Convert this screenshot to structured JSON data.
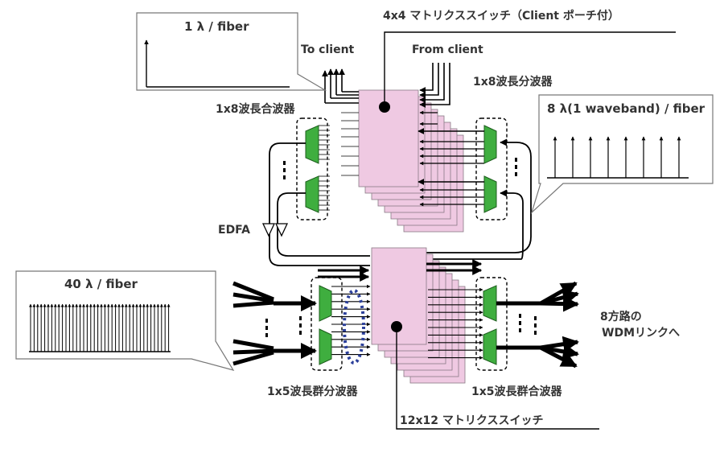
{
  "labels": {
    "switch_4x4": "4x4 マトリクススイッチ（Client ポーチ付）",
    "to_client": "To client",
    "from_client": "From client",
    "demux_1x8": "1x8波長分波器",
    "mux_1x8": "1x8波長合波器",
    "edfa": "EDFA",
    "demux_1x5": "1x5波長群分波器",
    "mux_1x5": "1x5波長群合波器",
    "switch_12x12": "12x12 マトリクススイッチ",
    "wdm_link": "8方路の WDMリンクへ",
    "wdm_link_line1": "8方路の",
    "wdm_link_line2": "WDMリンクへ"
  },
  "callouts": {
    "single": {
      "title": "1 λ / fiber",
      "lines": 1
    },
    "waveband": {
      "title": "8 λ(1 waveband) / fiber",
      "lines": 8
    },
    "dense": {
      "title": "40 λ / fiber",
      "lines": 40
    }
  },
  "colors": {
    "switch_fill": "#efc9e2",
    "switch_stroke": "#8a7a86",
    "filter_fill": "#3fae3f",
    "ellipse": "#2b3f9a",
    "line": "#000000",
    "text": "#333333"
  }
}
